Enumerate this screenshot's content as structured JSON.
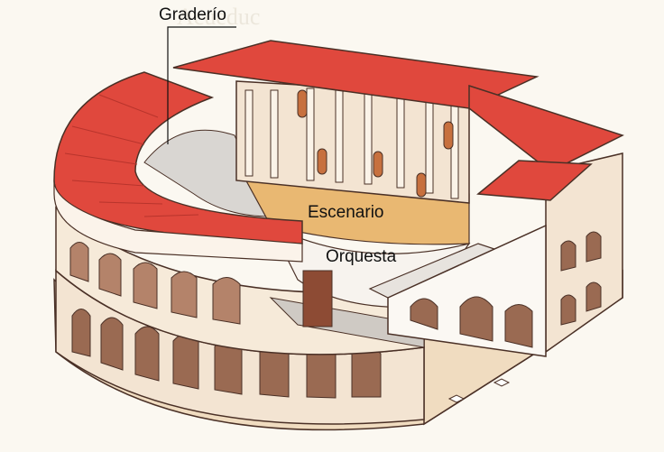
{
  "labels": {
    "graderio": "Graderío",
    "escenario": "Escenario",
    "orquesta": "Orquesta"
  },
  "background_text": "Acueduc",
  "colors": {
    "roof_red": "#e0483d",
    "roof_red_dark": "#b8342c",
    "wall_cream": "#f3e4d2",
    "arch_shadow": "#9a6a52",
    "stage_floor": "#e9b872",
    "ground": "#f0dcc0",
    "orchestra": "#f7f3ee",
    "outline": "#4a3026"
  }
}
